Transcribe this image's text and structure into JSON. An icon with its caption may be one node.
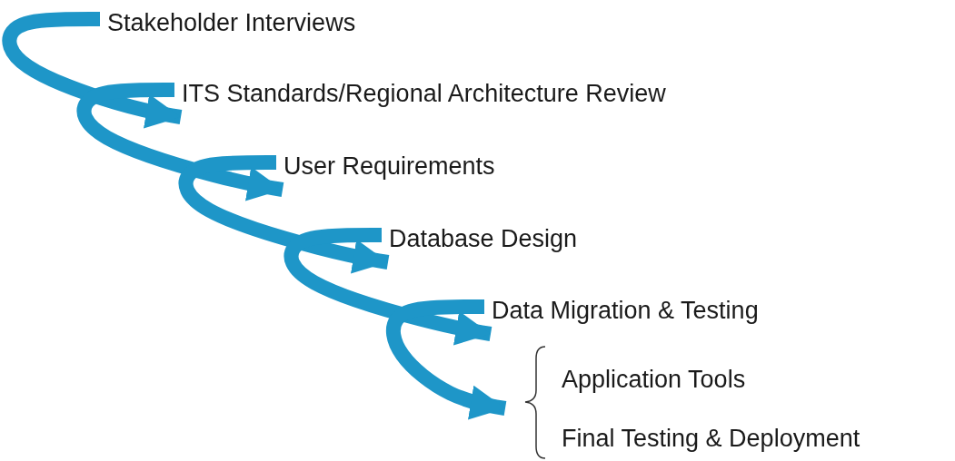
{
  "diagram": {
    "nodes": [
      {
        "text": [
          "Stakeholder Interviews"
        ]
      },
      {
        "text": [
          "ITS Standards/Regional Architecture Review"
        ]
      },
      {
        "text": [
          "User Requirements"
        ]
      },
      {
        "text": [
          "Database Design"
        ]
      },
      {
        "text": [
          "Data Migration & Testing"
        ]
      },
      {
        "text": [
          "Application Tools"
        ]
      },
      {
        "text": [
          "Final Testing & Deployment"
        ]
      }
    ],
    "edges": [
      {
        "from": 0,
        "to": 1,
        "arrow": "to"
      },
      {
        "from": 1,
        "to": 2,
        "arrow": "to"
      },
      {
        "from": 2,
        "to": 3,
        "arrow": "to"
      },
      {
        "from": 3,
        "to": 4,
        "arrow": "to"
      },
      {
        "from": 4,
        "to": 5,
        "arrow": "to"
      },
      {
        "from": 4,
        "to": 6,
        "arrow": "to"
      }
    ]
  }
}
